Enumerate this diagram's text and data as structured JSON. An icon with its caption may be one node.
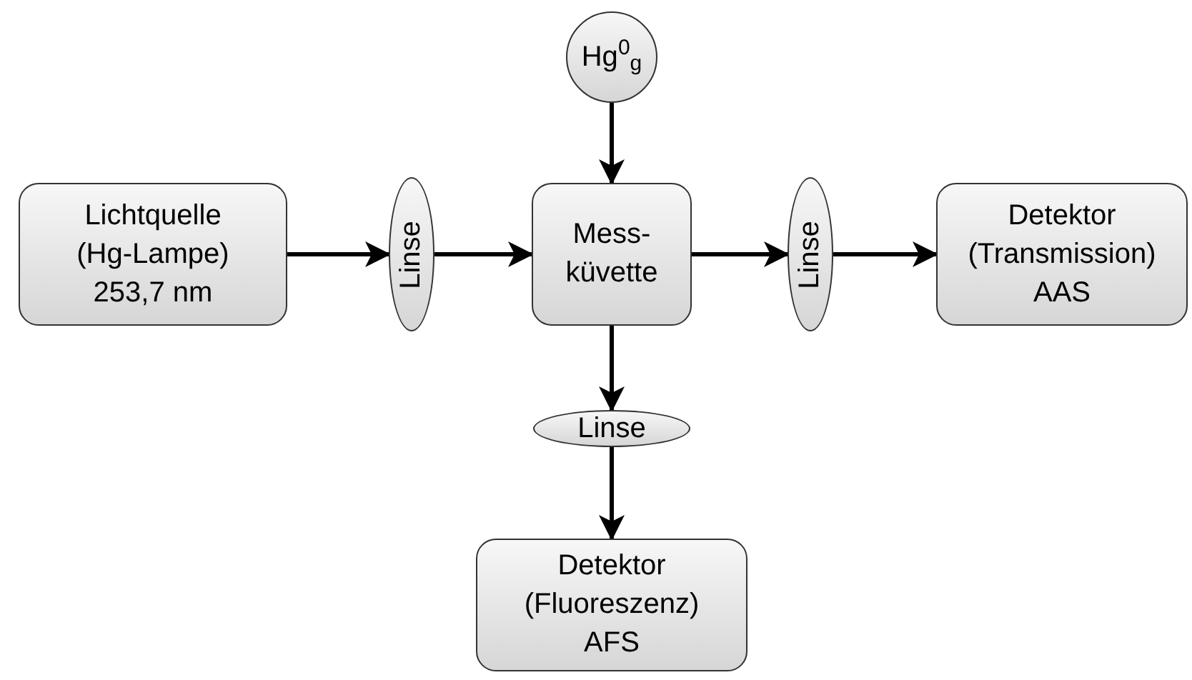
{
  "diagram": {
    "nodes": [
      {
        "text": [
          "Hg$^{0}$$_{g}$"
        ]
      },
      {
        "text": [
          "Lichtquelle (Hg-Lampe) 253,7 nm"
        ]
      },
      {
        "text": [
          "Linse"
        ]
      },
      {
        "text": [
          "Mess- küvette"
        ]
      },
      {
        "text": [
          "Linse"
        ]
      },
      {
        "text": [
          "Detektor (Transmission) AAS"
        ]
      },
      {
        "text": [
          "Linse"
        ]
      },
      {
        "text": [
          "Detektor (Fluoreszenz) AFS"
        ]
      }
    ],
    "edges": [
      {
        "from": 0,
        "to": 3,
        "arrow": "to"
      },
      {
        "from": 1,
        "to": 2,
        "arrow": "to"
      },
      {
        "from": 2,
        "to": 3,
        "arrow": "to"
      },
      {
        "from": 3,
        "to": 4,
        "arrow": "to"
      },
      {
        "from": 4,
        "to": 5,
        "arrow": "to"
      },
      {
        "from": 3,
        "to": 6,
        "arrow": "to"
      },
      {
        "from": 6,
        "to": 7,
        "arrow": "to"
      }
    ]
  }
}
